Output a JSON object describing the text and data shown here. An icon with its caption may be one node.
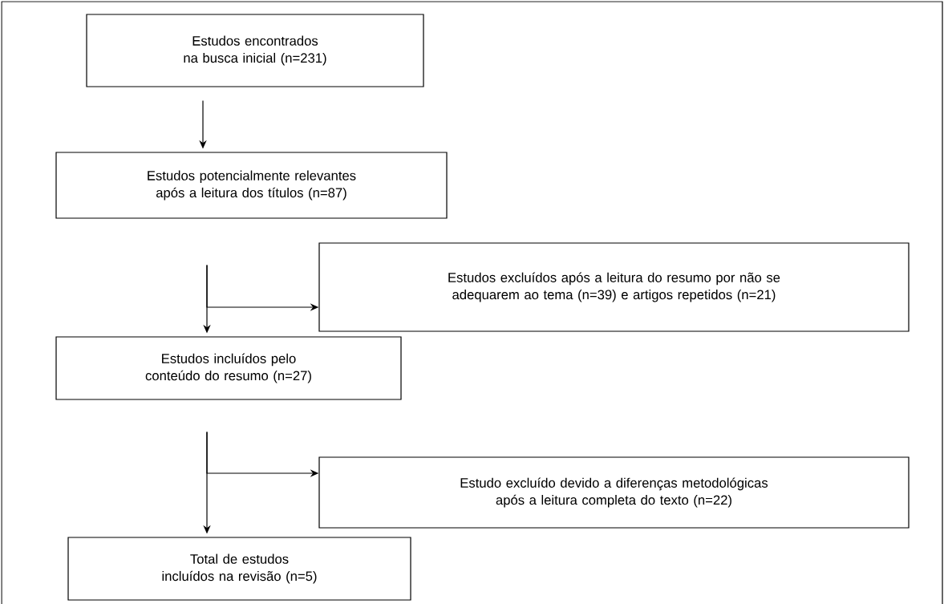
{
  "diagram": {
    "nodes": [
      {
        "text": [
          "Estudos encontrados na busca inicial (n=231)"
        ]
      },
      {
        "text": [
          "Estudos potencialmente relevantes após a leitura dos títulos (n=87)"
        ]
      },
      {
        "text": [
          "Estudos excluídos após a leitura do resumo por não se adequarem ao tema (n=39) e artigos repetidos (n=21)"
        ]
      },
      {
        "text": [
          "Estudos incluídos pelo conteúdo do resumo (n=27)"
        ]
      },
      {
        "text": [
          "Estudo excluído devido a diferenças metodológicas após a leitura completa do texto (n=22)"
        ]
      },
      {
        "text": [
          "Total de estudos incluídos na revisão (n=5)"
        ]
      }
    ],
    "edges": [
      {
        "from": 0,
        "to": 1,
        "arrow": "to"
      },
      {
        "from": 1,
        "to": 3,
        "arrow": "to"
      },
      {
        "from": 1,
        "to": 2,
        "arrow": "to"
      },
      {
        "from": 3,
        "to": 5,
        "arrow": "to"
      },
      {
        "from": 3,
        "to": 4,
        "arrow": "to"
      }
    ]
  }
}
